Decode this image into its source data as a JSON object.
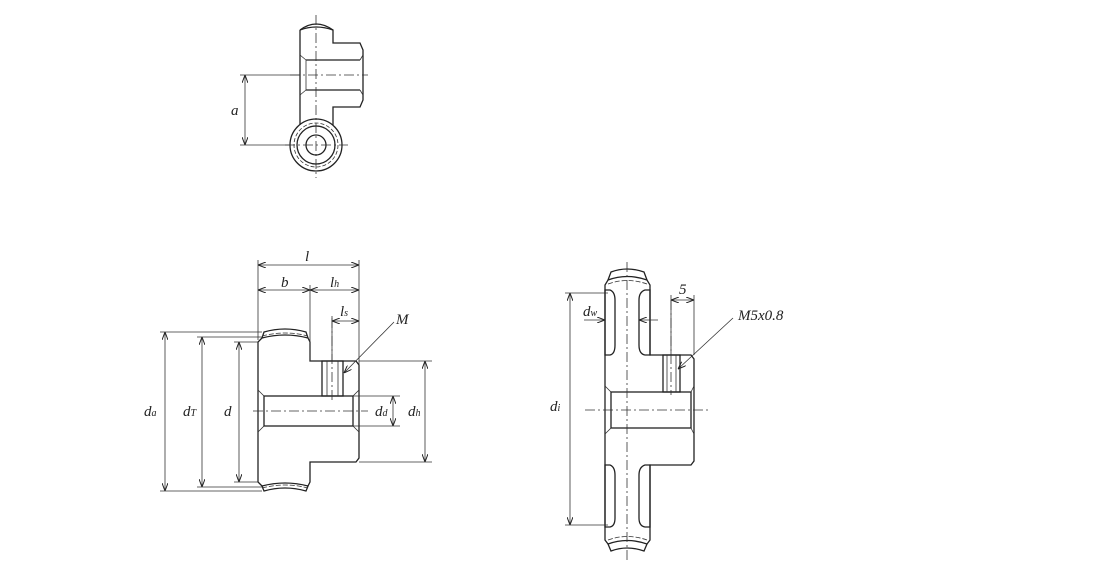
{
  "colors": {
    "spur_gear_fill": "#e3edd7",
    "worm_wheel_fill": "#f6ddca",
    "line": "#222222"
  },
  "top_view": {
    "label_a": "a"
  },
  "left_gear": {
    "label_l": "l",
    "label_b": "b",
    "label_lh": {
      "main": "l",
      "sub": "h"
    },
    "label_ls": {
      "main": "l",
      "sub": "s"
    },
    "label_M": "M",
    "label_da": {
      "main": "d",
      "sub": "a"
    },
    "label_dT": {
      "main": "d",
      "sub": "T"
    },
    "label_d": "d",
    "label_dd": {
      "main": "d",
      "sub": "d"
    },
    "label_dh": {
      "main": "d",
      "sub": "h"
    }
  },
  "right_gear": {
    "label_5": "5",
    "label_thread": "M5x0.8",
    "label_dw": {
      "main": "d",
      "sub": "w"
    },
    "label_di": {
      "main": "d",
      "sub": "i"
    }
  }
}
